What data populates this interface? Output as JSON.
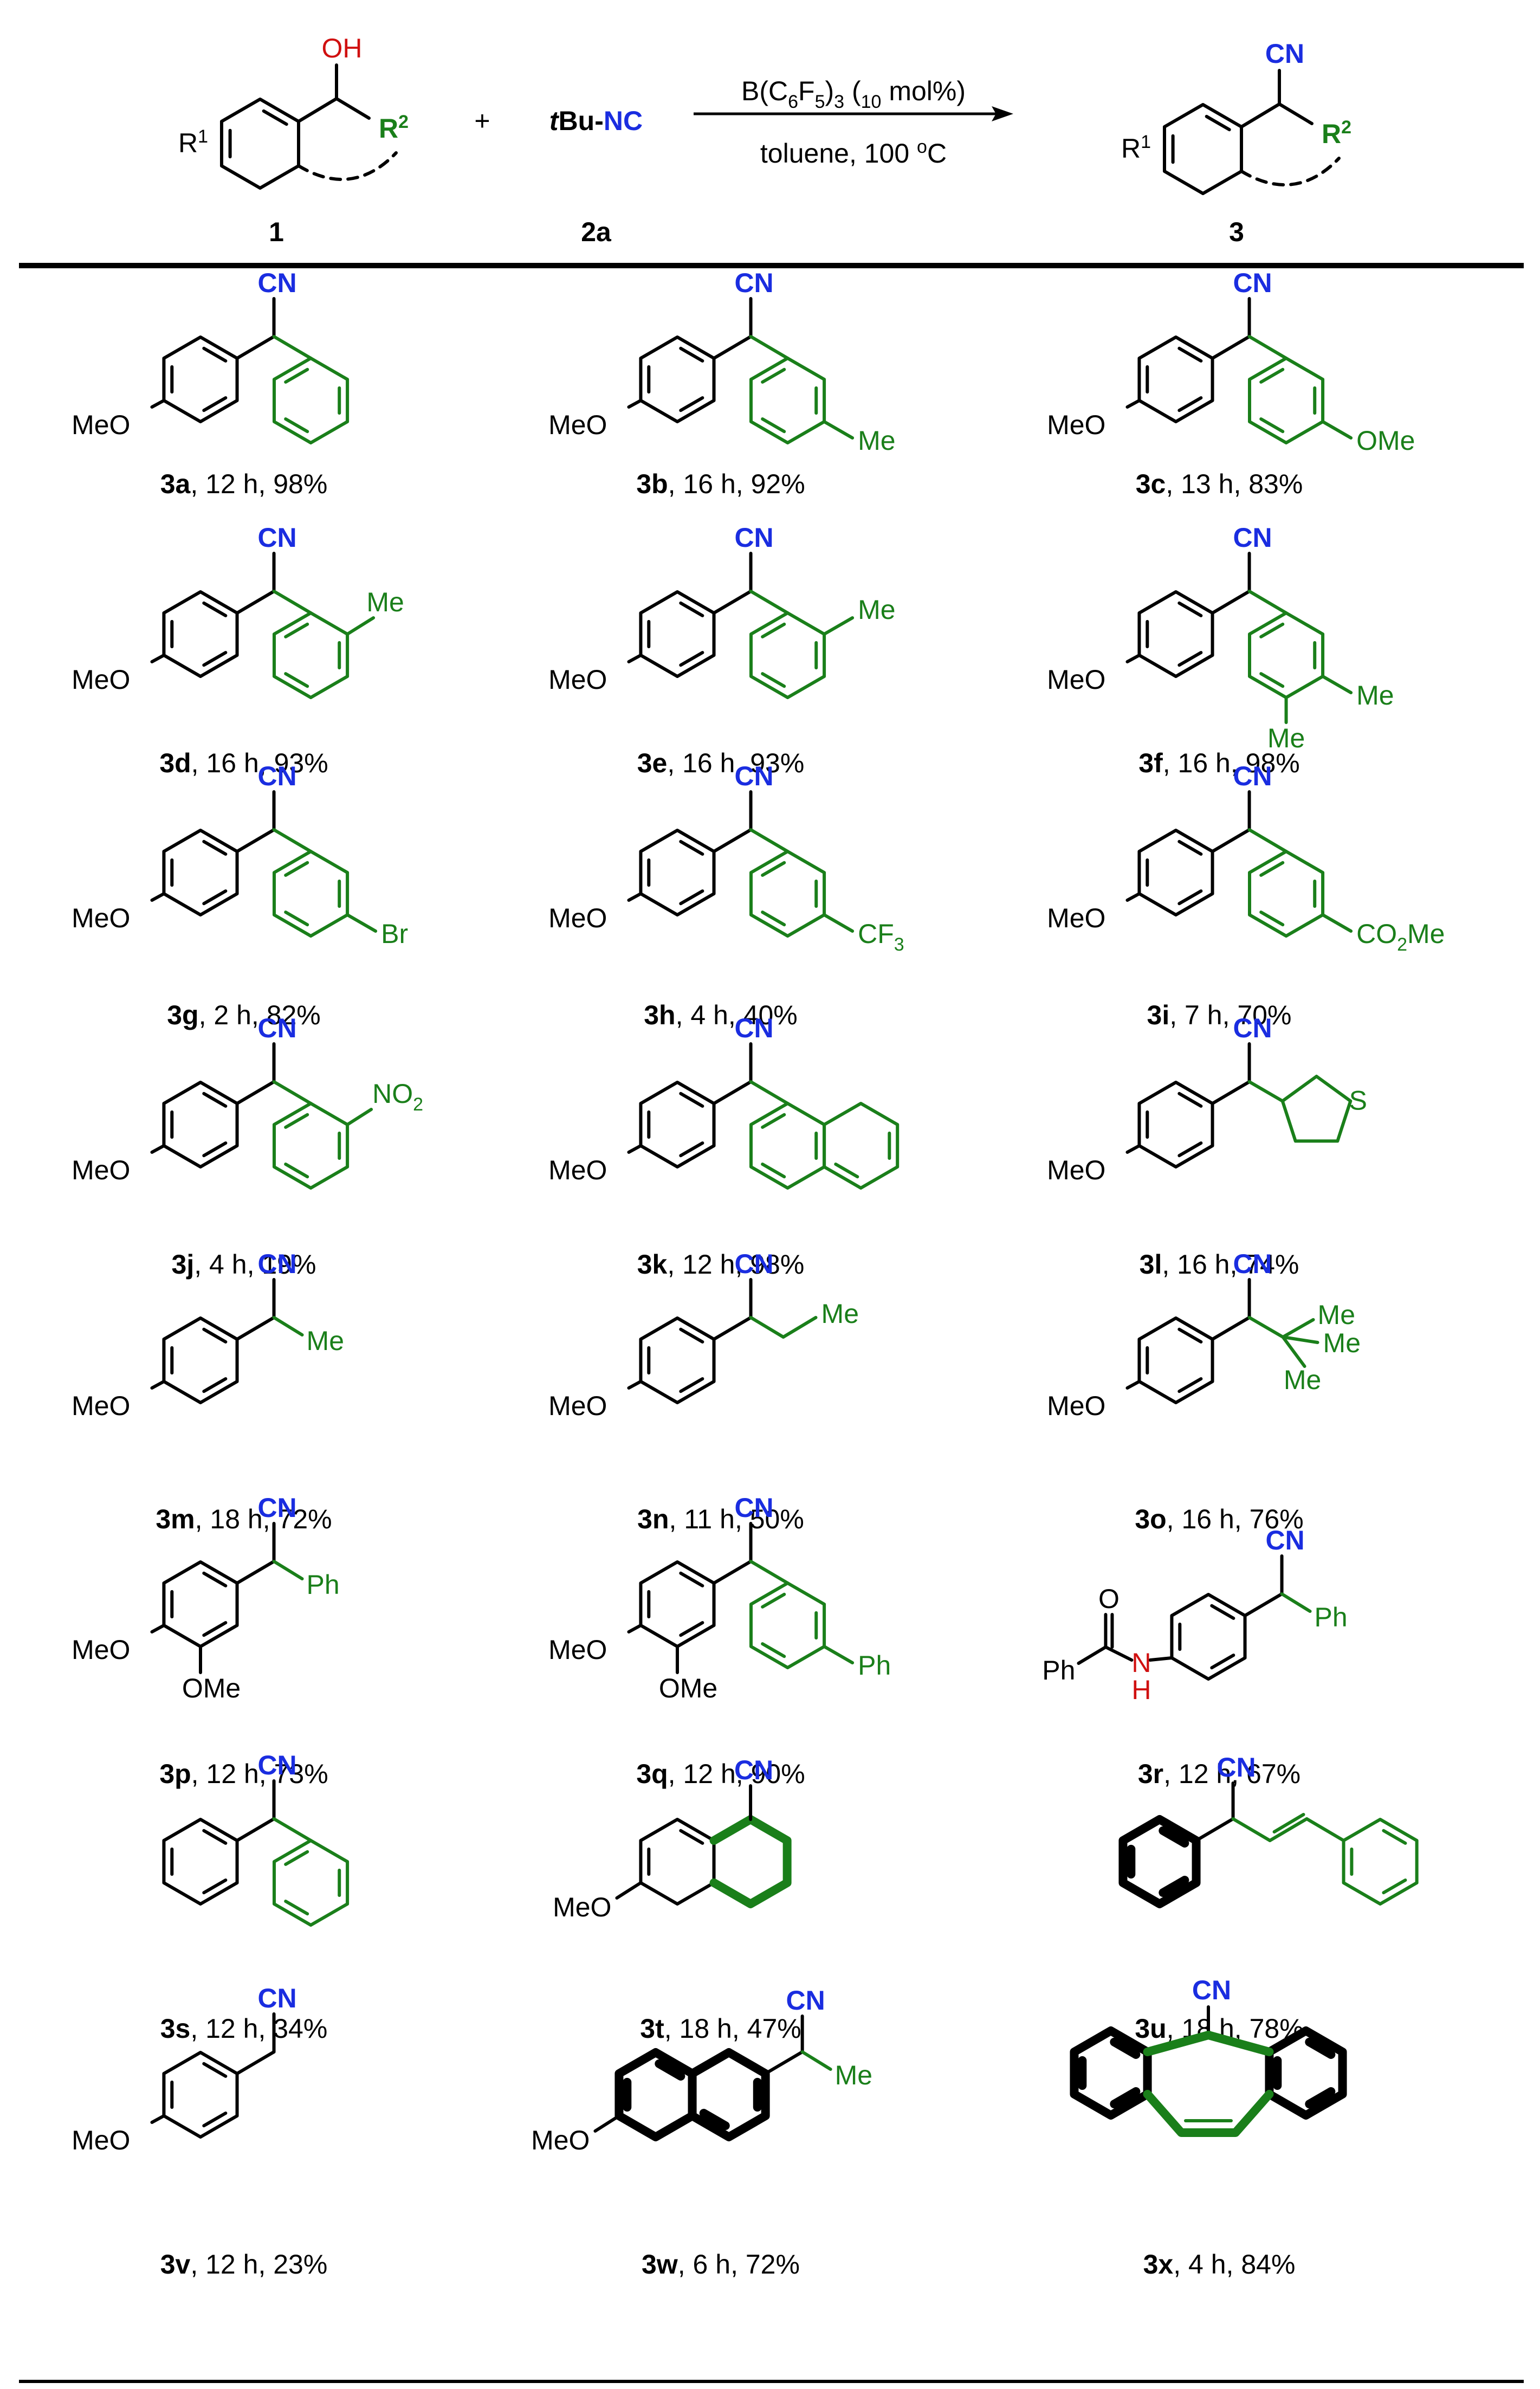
{
  "colors": {
    "black": "#000000",
    "green": "#1a7f1a",
    "blue": "#1a2de0",
    "red": "#d01010"
  },
  "reaction": {
    "reactant1_label": "1",
    "reactant2_label": "2a",
    "product_label": "3",
    "r1": "R",
    "r1_sup": "1",
    "r2": "R",
    "r2_sup": "2",
    "oh": "OH",
    "plus": "+",
    "isocyanide_t": "t",
    "isocyanide_bu": "Bu-",
    "isocyanide_nc": "NC",
    "catalyst": "B(C6F5)3 (10 mol%)",
    "conditions": "toluene, 100 oC",
    "cn": "CN"
  },
  "labels": {
    "cn": "CN",
    "meo": "MeO",
    "ome": "OMe",
    "me": "Me",
    "br": "Br",
    "cf3": "CF3",
    "co2me": "CO2Me",
    "no2": "NO2",
    "ph": "Ph",
    "s": "S",
    "o": "O",
    "n": "N",
    "h": "H"
  },
  "entries": [
    {
      "id": "3a",
      "time": "12 h",
      "yield": "98%"
    },
    {
      "id": "3b",
      "time": "16 h",
      "yield": "92%"
    },
    {
      "id": "3c",
      "time": "13 h",
      "yield": "83%"
    },
    {
      "id": "3d",
      "time": "16 h",
      "yield": "93%"
    },
    {
      "id": "3e",
      "time": "16 h",
      "yield": "93%"
    },
    {
      "id": "3f",
      "time": "16 h",
      "yield": "98%"
    },
    {
      "id": "3g",
      "time": "2 h",
      "yield": "82%"
    },
    {
      "id": "3h",
      "time": "4 h",
      "yield": "40%"
    },
    {
      "id": "3i",
      "time": "7 h",
      "yield": "70%"
    },
    {
      "id": "3j",
      "time": "4 h",
      "yield": "19%"
    },
    {
      "id": "3k",
      "time": "12 h",
      "yield": "98%"
    },
    {
      "id": "3l",
      "time": "16 h",
      "yield": "74%"
    },
    {
      "id": "3m",
      "time": "18 h",
      "yield": "72%"
    },
    {
      "id": "3n",
      "time": "11 h",
      "yield": "50%"
    },
    {
      "id": "3o",
      "time": "16 h",
      "yield": "76%"
    },
    {
      "id": "3p",
      "time": "12 h",
      "yield": "73%"
    },
    {
      "id": "3q",
      "time": "12 h",
      "yield": "90%"
    },
    {
      "id": "3r",
      "time": "12 h",
      "yield": "67%"
    },
    {
      "id": "3s",
      "time": "12 h",
      "yield": "34%"
    },
    {
      "id": "3t",
      "time": "18 h",
      "yield": "47%"
    },
    {
      "id": "3u",
      "time": "18 h",
      "yield": "78%"
    },
    {
      "id": "3v",
      "time": "12 h",
      "yield": "23%"
    },
    {
      "id": "3w",
      "time": "6 h",
      "yield": "72%"
    },
    {
      "id": "3x",
      "time": "4 h",
      "yield": "84%"
    }
  ]
}
